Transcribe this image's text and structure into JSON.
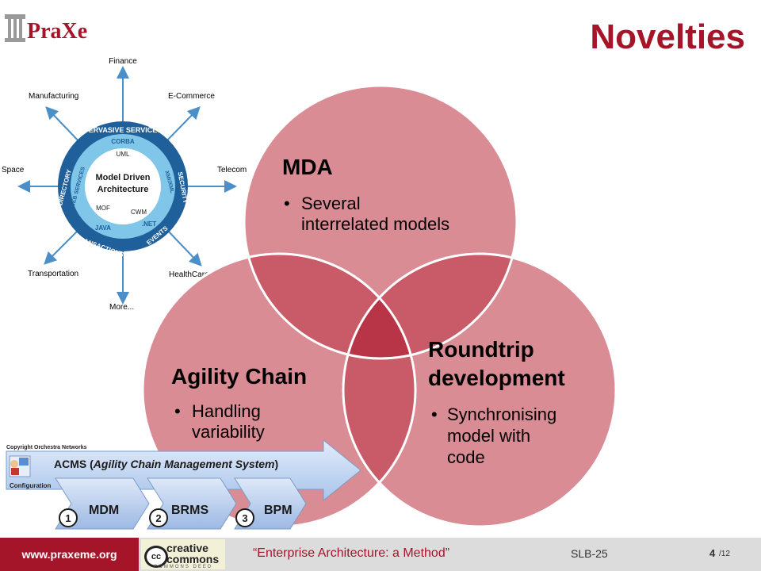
{
  "header": {
    "logo_text": "PraXeme",
    "title": "Novelties"
  },
  "mda_diagram": {
    "center_line1": "Model Driven",
    "center_line2": "Architecture",
    "ring_words": [
      "PERVASIVE SERVICES",
      "SECURITY",
      "EVENTS",
      "TRANSACTIONS",
      "DIRECTORY"
    ],
    "inner_words": [
      "CORBA",
      "XMI/XML",
      ".NET",
      "JAVA",
      "WEB SERVICES"
    ],
    "core_words": [
      "UML",
      "CWM",
      "MOF"
    ],
    "targets": [
      "Finance",
      "E-Commerce",
      "Telecom",
      "HealthCare",
      "More...",
      "Transportation",
      "Space",
      "Manufacturing"
    ]
  },
  "venn": {
    "mda": {
      "title": "MDA",
      "bullet_line1": "Several",
      "bullet_line2": "interrelated models"
    },
    "agility": {
      "title": "Agility Chain",
      "bullet_line1": "Handling",
      "bullet_line2": "variability"
    },
    "roundtrip": {
      "title_line1": "Roundtrip",
      "title_line2": "development",
      "bullet_line1": "Synchronising",
      "bullet_line2": "model with",
      "bullet_line3": "code"
    },
    "colors": {
      "circle": "#d98c94",
      "overlap": "#c24a5a",
      "border": "#ffffff"
    }
  },
  "acms": {
    "copyright": "Copyright Orchestra Networks",
    "label_prefix": "ACMS (",
    "label_italic": "Agility Chain Management System",
    "label_suffix": ")",
    "config_label": "Configuration",
    "steps": [
      {
        "num": "1",
        "label": "MDM"
      },
      {
        "num": "2",
        "label": "BRMS"
      },
      {
        "num": "3",
        "label": "BPM"
      }
    ]
  },
  "footer": {
    "url": "www.praxeme.org",
    "cc_word1": "creative",
    "cc_word2": "commons",
    "cc_deed": "COMMONS DEED",
    "cc_symbol": "cc",
    "quote": "“Enterprise Architecture: a Method”",
    "code": "SLB-25",
    "page": "4",
    "total": "/12",
    "accent": "#a5152a"
  }
}
